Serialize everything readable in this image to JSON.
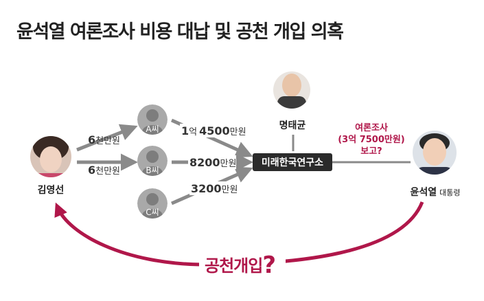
{
  "title": "윤석열 여론조사 비용 대납 및 공천 개입 의혹",
  "people": {
    "kim": "김영선",
    "myung": "명태균",
    "yoon_name": "윤석열",
    "yoon_role": "대통령",
    "a": "A씨",
    "b": "B씨",
    "c": "C씨"
  },
  "institute": "미래한국연구소",
  "flows": {
    "kim_to_a_num": "6",
    "kim_to_a_unit": "천만원",
    "kim_to_b_num": "6",
    "kim_to_b_unit": "천만원",
    "a_to_inst_num1": "1",
    "a_to_inst_unit1": "억",
    "a_to_inst_num2": "4500",
    "a_to_inst_unit2": "만원",
    "b_to_inst_num": "8200",
    "b_to_inst_unit": "만원",
    "c_to_inst_num": "3200",
    "c_to_inst_unit": "만원"
  },
  "report": {
    "line1": "여론조사",
    "line2": "(3억 7500만원)",
    "line3": "보고?"
  },
  "bottom_label": "공천개입",
  "bottom_mark": "?",
  "colors": {
    "accent": "#b0174a",
    "arrow_gray": "#8a8a8a",
    "box_dark": "#2b2b2b",
    "text_dark": "#222222"
  }
}
